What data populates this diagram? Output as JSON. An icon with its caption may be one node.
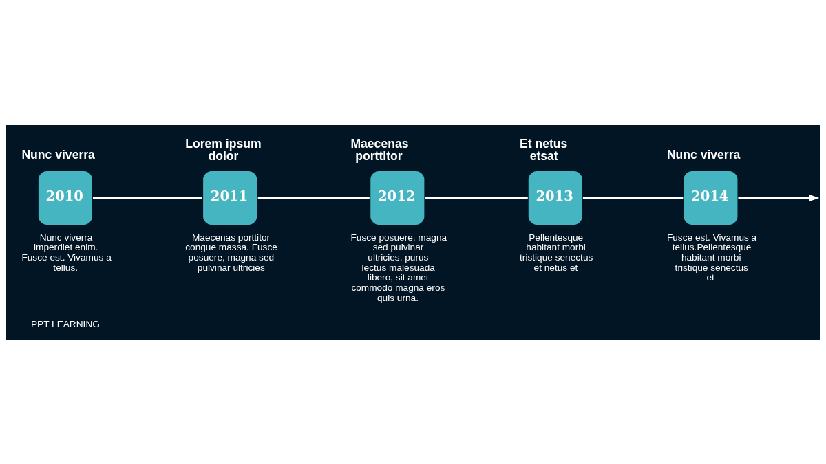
{
  "diagram": {
    "nodes": [
      {
        "text": [
          "Nunc viverra",
          "2010"
        ],
        "beside": [
          "Nunc viverra imperdiet enim. Fusce est. Vivamus a tellus."
        ]
      },
      {
        "text": [
          "Lorem ipsum dolor",
          "2011"
        ],
        "beside": [
          "Maecenas porttitor congue massa. Fusce posuere, magna sed pulvinar ultricies"
        ]
      },
      {
        "text": [
          "Maecenas porttitor",
          "2012"
        ],
        "beside": [
          "Fusce posuere, magna sed pulvinar ultricies, purus lectus malesuada libero, sit amet commodo magna eros quis urna."
        ]
      },
      {
        "text": [
          "Et netus etsat",
          "2013"
        ],
        "beside": [
          "Pellentesque habitant morbi tristique senectus et netus et"
        ]
      },
      {
        "text": [
          "Nunc viverra",
          "2014"
        ],
        "beside": [
          "Fusce est. Vivamus a tellus.Pellentesque habitant morbi tristique senectus et"
        ]
      }
    ],
    "edges": [
      {
        "from": 0,
        "to": 1,
        "arrow": "none"
      },
      {
        "from": 1,
        "to": 2,
        "arrow": "none"
      },
      {
        "from": 2,
        "to": 3,
        "arrow": "none"
      },
      {
        "from": 3,
        "to": 4,
        "arrow": "none"
      },
      {
        "from": 4,
        "to": null,
        "arrow": "to"
      }
    ],
    "labels": [
      "PPT LEARNING"
    ]
  }
}
